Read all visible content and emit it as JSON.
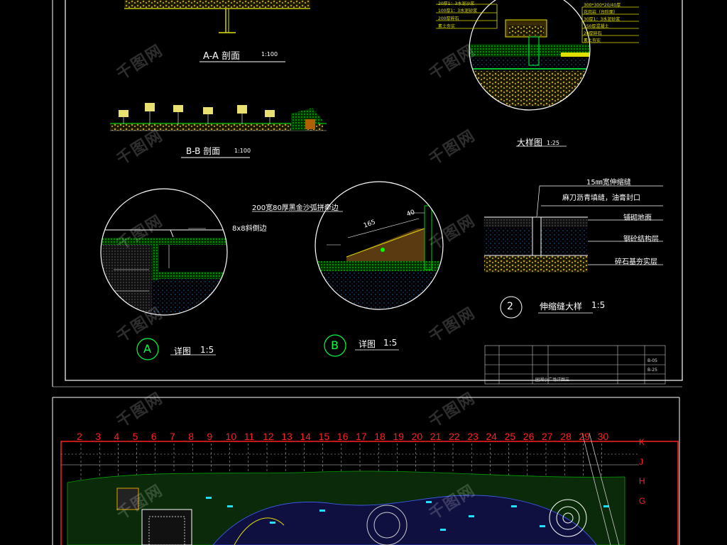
{
  "upper_sheet": {
    "section_aa": {
      "title": "A-A 剖面",
      "scale": "1:100"
    },
    "section_bb": {
      "title": "B-B 剖面",
      "scale": "1:100"
    },
    "large_detail": {
      "title": "大样图",
      "scale": "1:25",
      "layers_left": [
        "20厚1：3水泥沙浆",
        "100厚1：3水泥砂浆",
        "200厚碎石",
        "素土夯实"
      ],
      "layers_right": [
        "300*300*20/40厚",
        "花岗岩（台阶面）",
        "30厚1：3水泥砂浆",
        "150厚混凝土",
        "20厚碎石",
        "素土夯实"
      ]
    },
    "detail_a": {
      "callout": "8x8斜倒边",
      "circle_label": "A",
      "title": "详图",
      "scale": "1:5"
    },
    "detail_b": {
      "callout": "200宽80厚黑金沙弧拼牵边",
      "dim_165": "165",
      "dim_40": "40",
      "circle_label": "B",
      "title": "详图",
      "scale": "1:5"
    },
    "expansion_joint": {
      "circle_label": "2",
      "title": "伸缩缝大样",
      "scale": "1:5",
      "notes": [
        "15㎜宽伸缩缝",
        "麻刀沥青填缝，油膏封口",
        "铺砌地面",
        "钢砼结构层",
        "碎石基夯实层"
      ]
    },
    "title_block": {
      "project_name": "园湖小广场详图三",
      "sheet_no": "B-05",
      "scale_val": "B-25"
    }
  },
  "lower_sheet": {
    "grid_numbers": [
      "2",
      "3",
      "4",
      "5",
      "6",
      "7",
      "8",
      "9",
      "10",
      "11",
      "12",
      "13",
      "14",
      "15",
      "16",
      "17",
      "18",
      "19",
      "20",
      "21",
      "22",
      "23",
      "24",
      "25",
      "26",
      "27",
      "28",
      "29",
      "30"
    ],
    "row_letters": [
      "K",
      "J",
      "H",
      "G"
    ]
  },
  "watermark": "千图网",
  "colors": {
    "background": "#000000",
    "line_white": "#ffffff",
    "grid_red": "#ff2020",
    "hatch_green": "#00c000",
    "cad_yellow": "#e0e000",
    "cad_cyan": "#20e0ff"
  }
}
